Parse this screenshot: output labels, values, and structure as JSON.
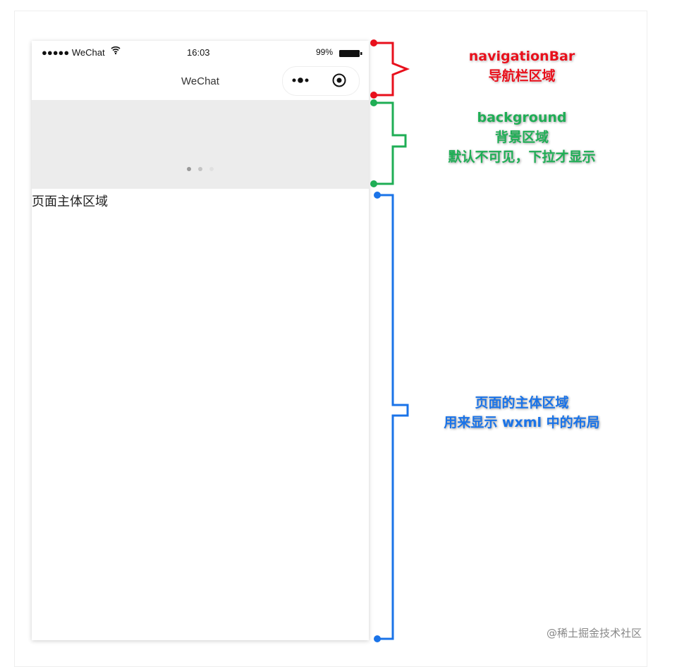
{
  "status_bar": {
    "carrier": "●●●●● WeChat",
    "time": "16:03",
    "battery": "99%"
  },
  "nav_bar": {
    "title": "WeChat",
    "more_icon": "more-dots-icon",
    "close_icon": "target-circle-icon"
  },
  "body": {
    "text": "页面主体区域"
  },
  "annotations": {
    "navigation": {
      "line1": "navigationBar",
      "line2": "导航栏区域",
      "color": "#e8101c"
    },
    "background": {
      "line1": "background",
      "line2": "背景区域",
      "line3": "默认不可见，下拉才显示",
      "color": "#1fae55"
    },
    "body": {
      "line1": "页面的主体区域",
      "line2": "用来显示 wxml 中的布局",
      "color": "#1a73e8"
    }
  },
  "watermark": "@稀土掘金技术社区"
}
